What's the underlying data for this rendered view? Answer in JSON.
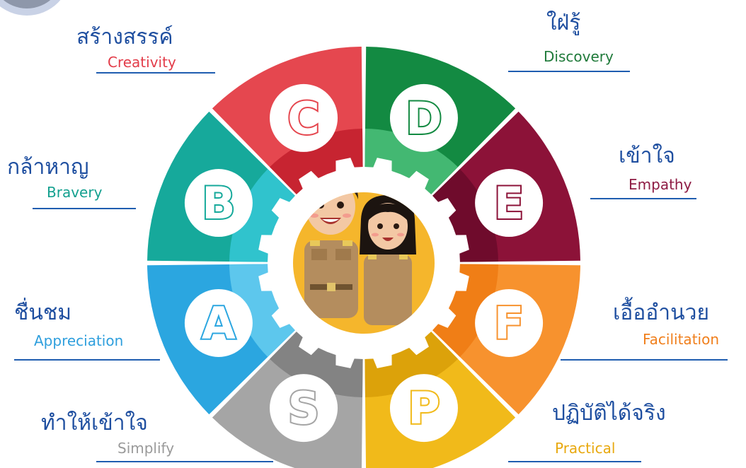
{
  "segments": [
    {
      "key": "C",
      "letter": "C",
      "thai": "สร้างสรรค์",
      "english": "Creativity",
      "color": "#e5474f",
      "inner": "#c21f2c",
      "text_color": "#e33d4a"
    },
    {
      "key": "D",
      "letter": "D",
      "thai": "ใฝ่รู้",
      "english": "Discovery",
      "color": "#138a42",
      "inner": "#4cc07a",
      "text_color": "#1f7a3a"
    },
    {
      "key": "E",
      "letter": "E",
      "thai": "เข้าใจ",
      "english": "Empathy",
      "color": "#8c1238",
      "inner": "#6a0a2a",
      "text_color": "#8e1c44"
    },
    {
      "key": "F",
      "letter": "F",
      "thai": "เอื้ออำนวย",
      "english": "Facilitation",
      "color": "#f7922e",
      "inner": "#ee7a12",
      "text_color": "#f07f1c"
    },
    {
      "key": "P",
      "letter": "P",
      "thai": "ปฏิบัติได้จริง",
      "english": "Practical",
      "color": "#f1ba1a",
      "inner": "#d89e08",
      "text_color": "#e8a80e"
    },
    {
      "key": "S",
      "letter": "S",
      "thai": "ทำให้เข้าใจ",
      "english": "Simplify",
      "color": "#a5a5a5",
      "inner": "#7d7d7d",
      "text_color": "#9a9a9a"
    },
    {
      "key": "A",
      "letter": "A",
      "thai": "ชื่นชม",
      "english": "Appreciation",
      "color": "#2ba6e0",
      "inner": "#66cdee",
      "text_color": "#2f9fdd"
    },
    {
      "key": "B",
      "letter": "B",
      "thai": "กล้าหาญ",
      "english": "Bravery",
      "color": "#16a99b",
      "inner": "#35c8d6",
      "text_color": "#13a08f"
    }
  ],
  "colors": {
    "thai_label": "#1f4fa0",
    "underline": "#1f5db0",
    "center_circle": "#f5b62c",
    "gear": "#ffffff"
  },
  "center_image": "two-teachers-illustration"
}
